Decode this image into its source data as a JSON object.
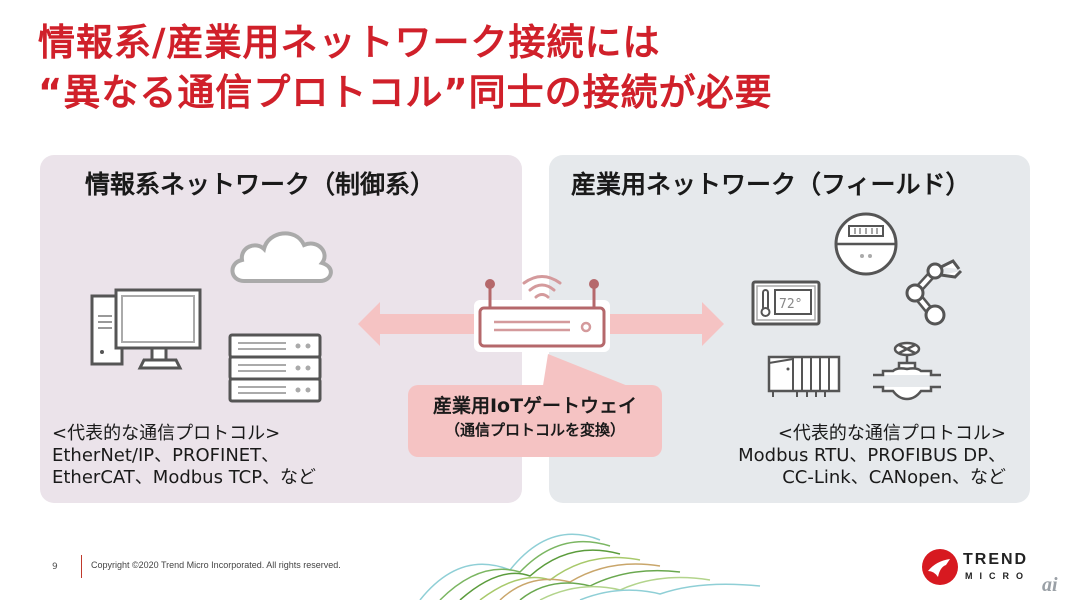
{
  "slide": {
    "title_line1": "情報系/産業用ネットワーク接続には",
    "title_line2": "“異なる通信プロトコル”同士の接続が必要",
    "title_color": "#d0202a"
  },
  "left_panel": {
    "heading": "情報系ネットワーク（制御系）",
    "protocols_heading": "<代表的な通信プロトコル>",
    "protocols_line1": "EtherNet/IP、PROFINET、",
    "protocols_line2": "EtherCAT、Modbus TCP、など",
    "icons": [
      "cloud-icon",
      "desktop-computer-icon",
      "server-rack-icon"
    ],
    "background": "#ebe3ea"
  },
  "right_panel": {
    "heading": "産業用ネットワーク（フィールド）",
    "protocols_heading": "<代表的な通信プロトコル>",
    "protocols_line1": "Modbus RTU、PROFIBUS DP、",
    "protocols_line2": "CC-Link、CANopen、など",
    "icons": [
      "meter-icon",
      "thermostat-icon",
      "robot-arm-icon",
      "plc-icon",
      "valve-icon"
    ],
    "thermostat_display": "72°",
    "background": "#e6e9ec"
  },
  "gateway": {
    "label": "産業用IoTゲートウェイ",
    "sublabel": "（通信プロトコルを変換）",
    "accent_color": "#f5c3c3",
    "router_color": "#b5686b"
  },
  "footer": {
    "page_number": "9",
    "copyright": "Copyright ©2020 Trend Micro Incorporated. All rights reserved.",
    "logo_line1": "TREND",
    "logo_line2": "MICRO",
    "watermark": "ai"
  }
}
